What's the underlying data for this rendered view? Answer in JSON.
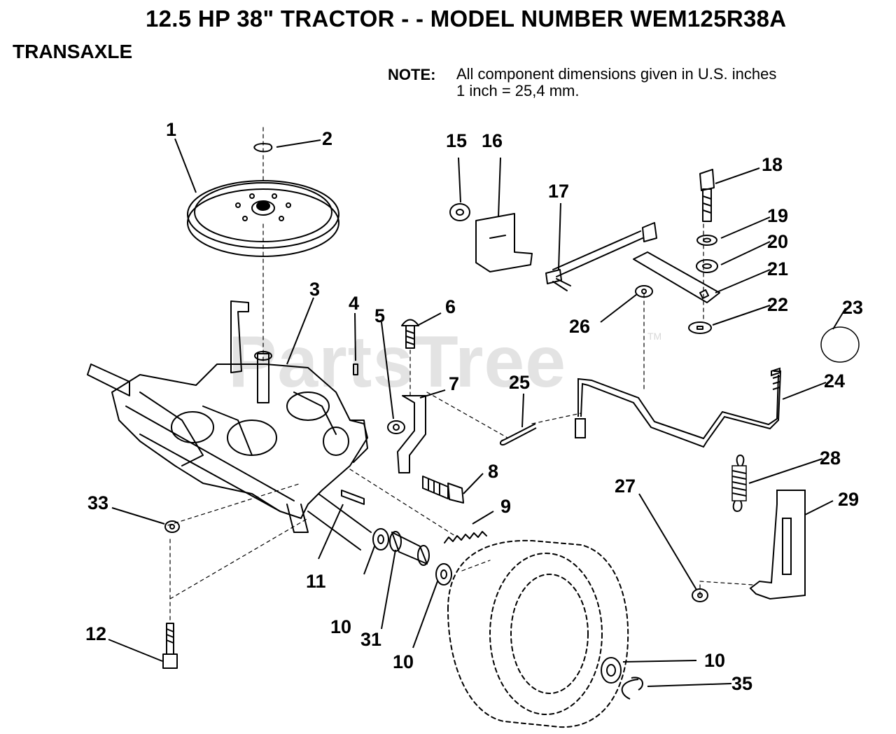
{
  "header": {
    "title": "12.5 HP 38\" TRACTOR - - MODEL NUMBER WEM125R38A",
    "section": "TRANSAXLE"
  },
  "note": {
    "label": "NOTE:",
    "line1": "All component dimensions given in U.S. inches",
    "line2": "1 inch = 25,4 mm."
  },
  "watermark": {
    "text": "PartsTree",
    "tm": "TM"
  },
  "callouts": {
    "c1": "1",
    "c2": "2",
    "c3": "3",
    "c4": "4",
    "c5": "5",
    "c6": "6",
    "c7": "7",
    "c8": "8",
    "c9": "9",
    "c10a": "10",
    "c10b": "10",
    "c10c": "10",
    "c11": "11",
    "c12": "12",
    "c15": "15",
    "c16": "16",
    "c17": "17",
    "c18": "18",
    "c19": "19",
    "c20": "20",
    "c21": "21",
    "c22": "22",
    "c23": "23",
    "c24": "24",
    "c25": "25",
    "c26": "26",
    "c27": "27",
    "c28": "28",
    "c29": "29",
    "c31": "31",
    "c33": "33",
    "c35": "35"
  }
}
